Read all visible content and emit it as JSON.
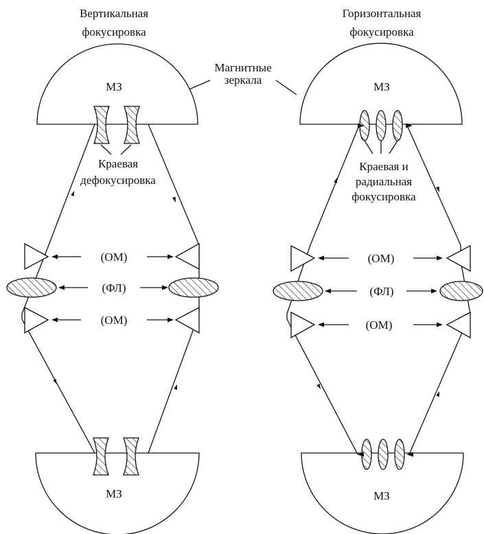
{
  "left": {
    "title_line1": "Вертикальная",
    "title_line2": "фокусировка",
    "mirror_top": "МЗ",
    "mirror_bottom": "МЗ",
    "lens_label_line1": "Краевая",
    "lens_label_line2": "дефокусировка",
    "om_upper": "(ОМ)",
    "fl": "(ФЛ)",
    "om_lower": "(ОМ)"
  },
  "right": {
    "title_line1": "Горизонтальная",
    "title_line2": "фокусировка",
    "mirror_top": "МЗ",
    "mirror_bottom": "МЗ",
    "lens_label_line1": "Краевая и",
    "lens_label_line2": "радиальная",
    "lens_label_line3": "фокусировка",
    "om_upper": "(ОМ)",
    "fl": "(ФЛ)",
    "om_lower": "(ОМ)"
  },
  "callout": {
    "line1": "Магнитные",
    "line2": "зеркала"
  }
}
